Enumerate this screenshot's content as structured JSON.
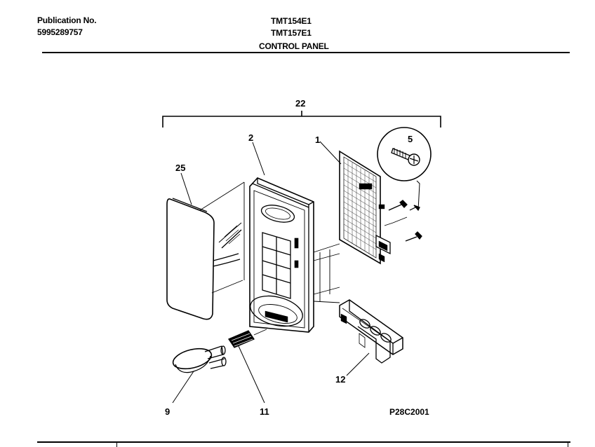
{
  "header": {
    "publication_label": "Publication No.",
    "publication_number": "5995289757",
    "models": [
      "TMT154E1",
      "TMT157E1"
    ],
    "section_title": "CONTROL PANEL"
  },
  "callouts": {
    "panel_assembly": "22",
    "circuit_board": "1",
    "control_panel": "2",
    "screw": "5",
    "overlay": "25",
    "knob": "9",
    "spring": "11",
    "latch_bracket": "12"
  },
  "diagram_ref": "P28C2001"
}
